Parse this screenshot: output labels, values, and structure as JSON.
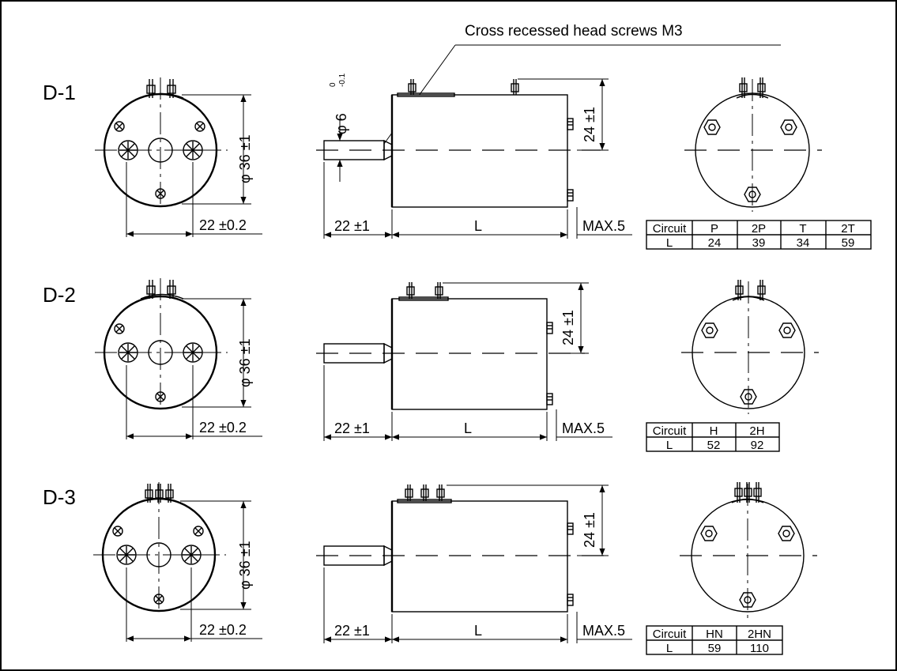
{
  "callout": "Cross recessed head screws M3",
  "rows": [
    {
      "label": "D-1",
      "dim_diameter": "φ 36 ±1",
      "dim_offset": "22 ±0.2",
      "dim_shaft": "φ 6",
      "dim_shaft_tol_upper": "0",
      "dim_shaft_tol_lower": "-0.1",
      "dim_height": "24 ±1",
      "dim_shaft_len": "22 ±1",
      "dim_body_len": "L",
      "dim_max": "MAX.5",
      "table": {
        "header": [
          "Circuit",
          "P",
          "2P",
          "T",
          "2T"
        ],
        "row": [
          "L",
          "24",
          "39",
          "34",
          "59"
        ]
      }
    },
    {
      "label": "D-2",
      "dim_diameter": "φ 36 ±1",
      "dim_offset": "22 ±0.2",
      "dim_height": "24 ±1",
      "dim_shaft_len": "22 ±1",
      "dim_body_len": "L",
      "dim_max": "MAX.5",
      "table": {
        "header": [
          "Circuit",
          "H",
          "2H"
        ],
        "row": [
          "L",
          "52",
          "92"
        ]
      }
    },
    {
      "label": "D-3",
      "dim_diameter": "φ 36 ±1",
      "dim_offset": "22 ±0.2",
      "dim_height": "24 ±1",
      "dim_shaft_len": "22 ±1",
      "dim_body_len": "L",
      "dim_max": "MAX.5",
      "table": {
        "header": [
          "Circuit",
          "HN",
          "2HN"
        ],
        "row": [
          "L",
          "59",
          "110"
        ]
      }
    }
  ]
}
